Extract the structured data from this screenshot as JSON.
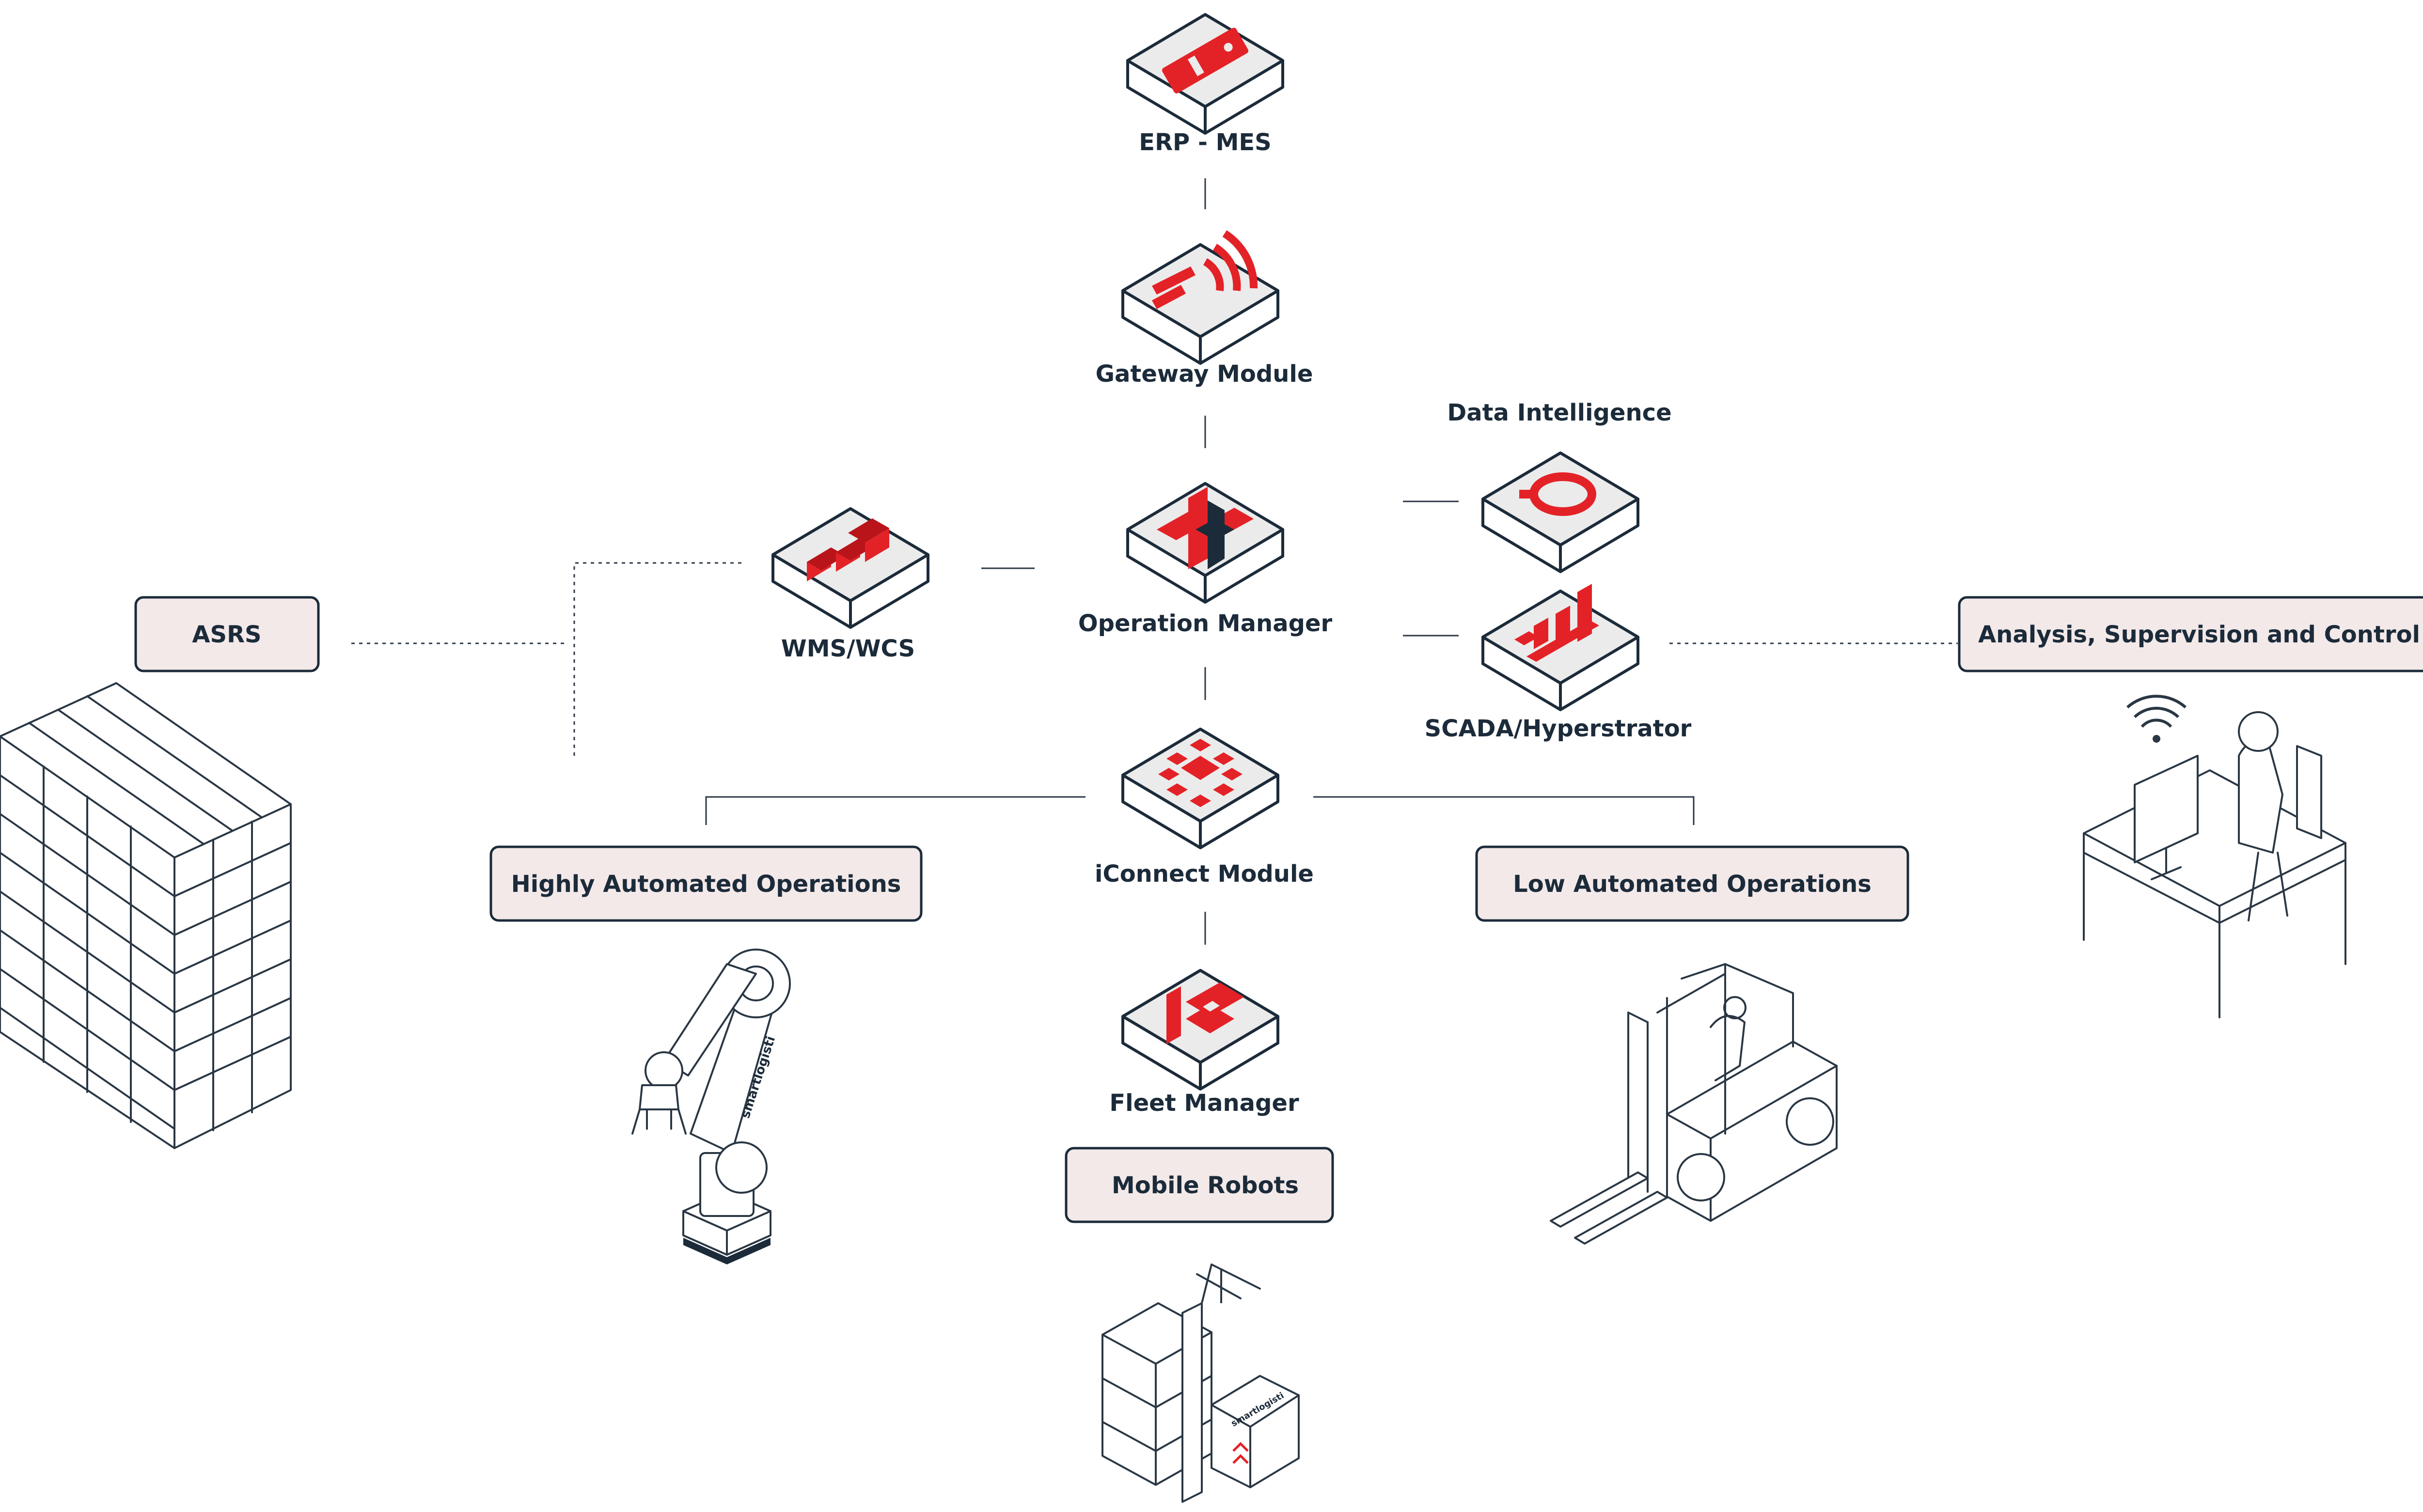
{
  "colors": {
    "accent": "#e32227",
    "text": "#1c2b3a",
    "box_fill": "#f3e9e9",
    "line": "#2a3744"
  },
  "modules": {
    "erp": {
      "label": "ERP - MES",
      "icon": "server-icon"
    },
    "gateway": {
      "label": "Gateway Module",
      "icon": "signal-icon"
    },
    "operation_manager": {
      "label": "Operation Manager",
      "icon": "cross-icon"
    },
    "data_intelligence": {
      "label": "Data Intelligence",
      "icon": "search-icon"
    },
    "scada": {
      "label": "SCADA/Hyperstrator",
      "icon": "bar-chart-icon"
    },
    "wms": {
      "label": "WMS/WCS",
      "icon": "layers-icon"
    },
    "iconnect": {
      "label": "iConnect Module",
      "icon": "diamond-grid-icon"
    },
    "fleet": {
      "label": "Fleet Manager",
      "icon": "flag-icon"
    }
  },
  "boxes": {
    "asrs": "ASRS",
    "analysis": "Analysis, Supervision and Control",
    "highly": "Highly Automated Operations",
    "low": "Low Automated Operations",
    "mobile": "Mobile Robots"
  },
  "illustrations": {
    "robot_brand": "smartlogisti",
    "agv_brand": "smartlogisti"
  }
}
